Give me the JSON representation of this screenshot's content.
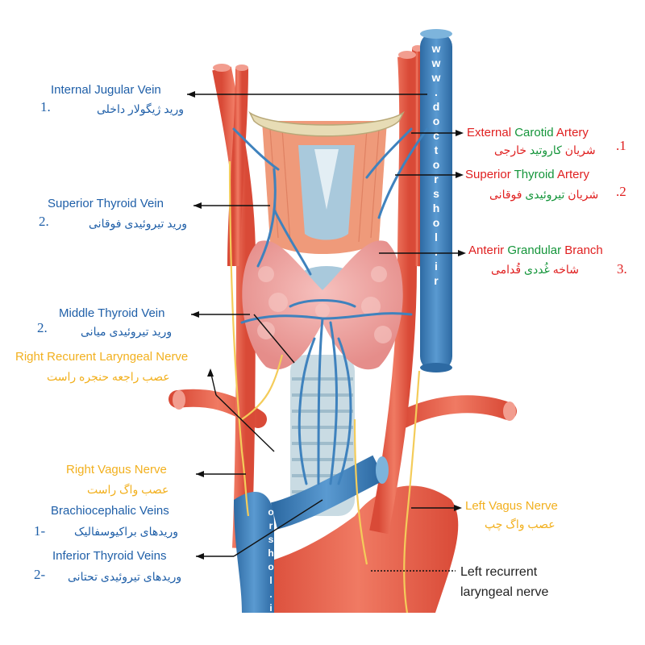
{
  "labels": {
    "internal_jugular_vein": {
      "en": "Internal Jugular Vein",
      "fa": "ورید ژیگولار داخلی",
      "num": "1."
    },
    "superior_thyroid_vein": {
      "en": "Superior Thyroid Vein",
      "fa": "ورید تیروئیدی فوقانی",
      "num": "2."
    },
    "middle_thyroid_vein": {
      "en": "Middle Thyroid Vein",
      "fa": "ورید تیروئیدی میانی",
      "num": "2."
    },
    "right_recurrent_laryngeal_nerve": {
      "en": "Right Recurent Laryngeal Nerve",
      "fa": "عصب راجعه حنجره راست"
    },
    "right_vagus_nerve": {
      "en": "Right Vagus Nerve",
      "fa": "عصب واگ راست"
    },
    "brachiocephalic_veins": {
      "en": "Brachiocephalic Veins",
      "fa": "وریدهای براکیوسفالیک",
      "num": "1-"
    },
    "inferior_thyroid_veins": {
      "en": "Inferior Thyroid Veins",
      "fa": "وریدهای تیروئیدی تحتانی",
      "num": "2-"
    },
    "external_carotid_artery": {
      "en_a": "External",
      "en_b": "Carotid",
      "en_c": "Artery",
      "fa_a": "شریان",
      "fa_b": "کاروتید",
      "fa_c": "خارجی",
      "num": ".1"
    },
    "superior_thyroid_artery": {
      "en_a": "Superior",
      "en_b": "Thyroid",
      "en_c": "Artery",
      "fa_a": "شریان",
      "fa_b": "تیروئیدی",
      "fa_c": "فوقانی",
      "num": ".2"
    },
    "anterior_grandular_branch": {
      "en_a": "Anterir",
      "en_b": "Grandular",
      "en_c": "Branch",
      "fa_a": "شاخه",
      "fa_b": "غُددی",
      "fa_c": "قُدامی",
      "num": "3."
    },
    "left_vagus_nerve": {
      "en": "Left Vagus Nerve",
      "fa": "عصب واگ چپ"
    },
    "left_recurrent_laryngeal_nerve": {
      "line1": "Left recurrent",
      "line2": "laryngeal nerve"
    }
  },
  "watermark": "www.doctorshol.ir",
  "colors": {
    "vein": "#3f82bd",
    "artery": "#e8634e",
    "nerve": "#f4cc5a",
    "thyroid": "#f0a7a4",
    "muscle": "#ee9272",
    "cartilage": "#b7d4e0",
    "hyoid": "#e7dcb5"
  }
}
